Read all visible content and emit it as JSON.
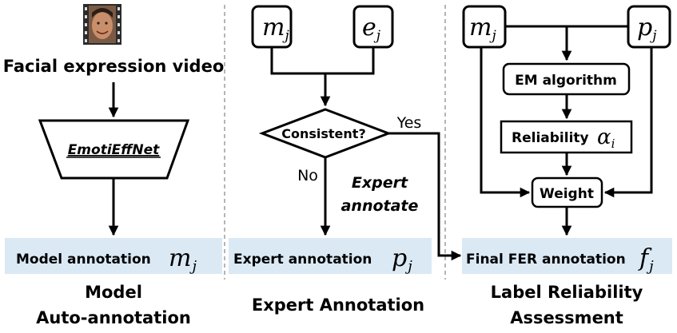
{
  "video_label": "Facial expression video",
  "network_label": "EmotiEffNet",
  "model": {
    "annotation_label": "Model annotation",
    "annotation_symbol": "m",
    "annotation_sub": "j",
    "title_line1": "Model",
    "title_line2": "Auto-annotation"
  },
  "expert": {
    "input_m_symbol": "m",
    "input_m_sub": "j",
    "input_e_symbol": "e",
    "input_e_sub": "j",
    "decision_label": "Consistent?",
    "yes_label": "Yes",
    "no_label": "No",
    "expert_annotate_line1": "Expert",
    "expert_annotate_line2": "annotate",
    "annotation_label": "Expert annotation",
    "annotation_symbol": "p",
    "annotation_sub": "j",
    "title": "Expert Annotation"
  },
  "reliability": {
    "input_m_symbol": "m",
    "input_m_sub": "j",
    "input_p_symbol": "p",
    "input_p_sub": "j",
    "em_label": "EM algorithm",
    "reliability_label": "Reliability",
    "alpha_symbol": "α",
    "alpha_sub": "i",
    "weight_label": "Weight",
    "final_label": "Final FER annotation",
    "final_symbol": "f",
    "final_sub": "j",
    "title_line1": "Label Reliability",
    "title_line2": "Assessment"
  },
  "colors": {
    "band": "#dbe9f5",
    "divider": "#b5b5b5",
    "ink": "#000000"
  }
}
